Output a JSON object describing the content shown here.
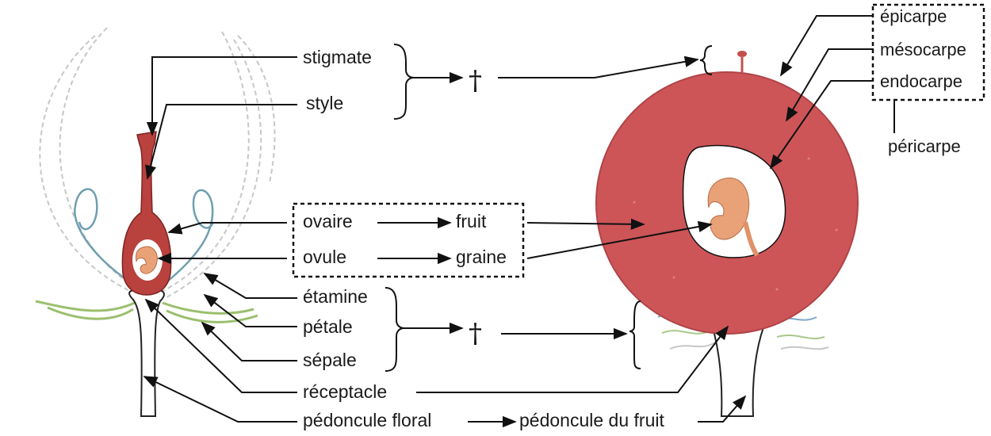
{
  "labels": {
    "stigmate": "stigmate",
    "style": "style",
    "ovaire": "ovaire",
    "fruit": "fruit",
    "ovule": "ovule",
    "graine": "graine",
    "etamine": "étamine",
    "petale": "pétale",
    "sepale": "sépale",
    "receptacle": "réceptacle",
    "pedoncule_floral": "pédoncule floral",
    "pedoncule_fruit": "pédoncule du fruit",
    "epicarpe": "épicarpe",
    "mesocarpe": "mésocarpe",
    "endocarpe": "endocarpe",
    "pericarpe": "péricarpe",
    "dagger": "†"
  },
  "colors": {
    "fruit_flesh": "#cd5558",
    "pistil": "#b9413e",
    "ovule": "#e9a278",
    "stamen": "#6f9fb0",
    "sepal": "#9bbf6e",
    "petal_outline": "#c7c7c7",
    "line": "#111111"
  }
}
